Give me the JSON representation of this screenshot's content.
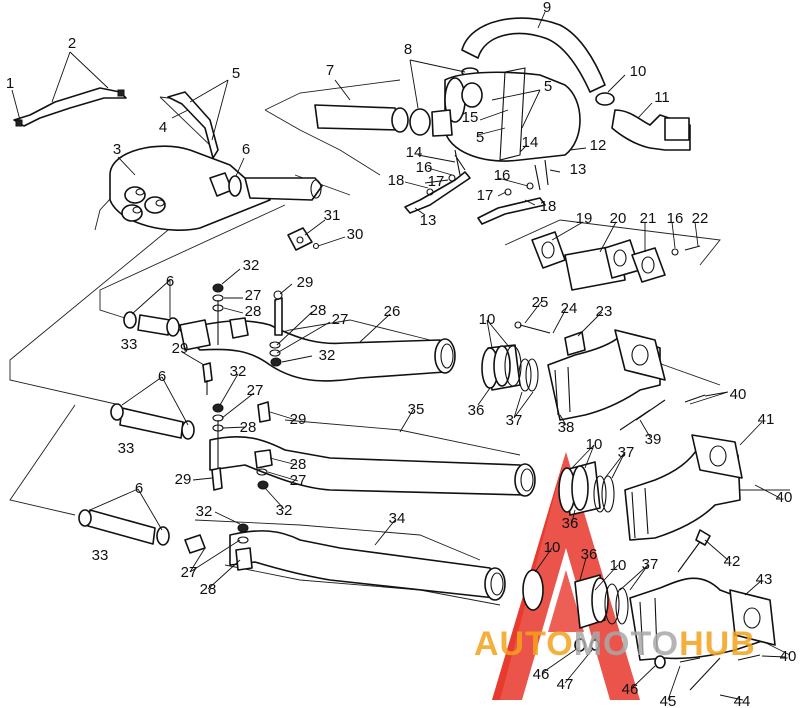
{
  "colors": {
    "line": "#111111",
    "watermark_red": "#e8362a",
    "watermark_orange": "#f3a21b",
    "watermark_gray": "#a9a9a9"
  },
  "watermark": {
    "brand_auto": "AUTO",
    "brand_moto": "MOTO",
    "brand_hub": "HUB"
  },
  "callouts": [
    {
      "id": "c1",
      "text": "1"
    },
    {
      "id": "c2",
      "text": "2"
    },
    {
      "id": "c3",
      "text": "3"
    },
    {
      "id": "c4",
      "text": "4"
    },
    {
      "id": "c5a",
      "text": "5"
    },
    {
      "id": "c6a",
      "text": "6"
    },
    {
      "id": "c7",
      "text": "7"
    },
    {
      "id": "c8",
      "text": "8"
    },
    {
      "id": "c9",
      "text": "9"
    },
    {
      "id": "c10a",
      "text": "10"
    },
    {
      "id": "c11",
      "text": "11"
    },
    {
      "id": "c5b",
      "text": "5"
    },
    {
      "id": "c15",
      "text": "15"
    },
    {
      "id": "c5c",
      "text": "5"
    },
    {
      "id": "c14a",
      "text": "14"
    },
    {
      "id": "c12",
      "text": "12"
    },
    {
      "id": "c14b",
      "text": "14"
    },
    {
      "id": "c16a",
      "text": "16"
    },
    {
      "id": "c17a",
      "text": "17"
    },
    {
      "id": "c18a",
      "text": "18"
    },
    {
      "id": "c13a",
      "text": "13"
    },
    {
      "id": "c13b",
      "text": "13"
    },
    {
      "id": "c16b",
      "text": "16"
    },
    {
      "id": "c17b",
      "text": "17"
    },
    {
      "id": "c18b",
      "text": "18"
    },
    {
      "id": "c31",
      "text": "31"
    },
    {
      "id": "c30",
      "text": "30"
    },
    {
      "id": "c19",
      "text": "19"
    },
    {
      "id": "c20",
      "text": "20"
    },
    {
      "id": "c21",
      "text": "21"
    },
    {
      "id": "c16c",
      "text": "16"
    },
    {
      "id": "c22",
      "text": "22"
    },
    {
      "id": "c32a",
      "text": "32"
    },
    {
      "id": "c27a",
      "text": "27"
    },
    {
      "id": "c28a",
      "text": "28"
    },
    {
      "id": "c29a",
      "text": "29"
    },
    {
      "id": "c6b",
      "text": "6"
    },
    {
      "id": "c33a",
      "text": "33"
    },
    {
      "id": "c28b",
      "text": "28"
    },
    {
      "id": "c27b",
      "text": "27"
    },
    {
      "id": "c32b",
      "text": "32"
    },
    {
      "id": "c29b",
      "text": "29"
    },
    {
      "id": "c26",
      "text": "26"
    },
    {
      "id": "c25",
      "text": "25"
    },
    {
      "id": "c24",
      "text": "24"
    },
    {
      "id": "c23",
      "text": "23"
    },
    {
      "id": "c10b",
      "text": "10"
    },
    {
      "id": "c36a",
      "text": "36"
    },
    {
      "id": "c37a",
      "text": "37"
    },
    {
      "id": "c38",
      "text": "38"
    },
    {
      "id": "c40a",
      "text": "40"
    },
    {
      "id": "c39",
      "text": "39"
    },
    {
      "id": "c6c",
      "text": "6"
    },
    {
      "id": "c32c",
      "text": "32"
    },
    {
      "id": "c27c",
      "text": "27"
    },
    {
      "id": "c28c",
      "text": "28"
    },
    {
      "id": "c29c",
      "text": "29"
    },
    {
      "id": "c33b",
      "text": "33"
    },
    {
      "id": "c35",
      "text": "35"
    },
    {
      "id": "c41",
      "text": "41"
    },
    {
      "id": "c28d",
      "text": "28"
    },
    {
      "id": "c29d",
      "text": "29"
    },
    {
      "id": "c27d",
      "text": "27"
    },
    {
      "id": "c32d",
      "text": "32"
    },
    {
      "id": "c10c",
      "text": "10"
    },
    {
      "id": "c37b",
      "text": "37"
    },
    {
      "id": "c36b",
      "text": "36"
    },
    {
      "id": "c40b",
      "text": "40"
    },
    {
      "id": "c6d",
      "text": "6"
    },
    {
      "id": "c32e",
      "text": "32"
    },
    {
      "id": "c33c",
      "text": "33"
    },
    {
      "id": "c34",
      "text": "34"
    },
    {
      "id": "c27e",
      "text": "27"
    },
    {
      "id": "c28e",
      "text": "28"
    },
    {
      "id": "c10d",
      "text": "10"
    },
    {
      "id": "c36c",
      "text": "36"
    },
    {
      "id": "c10e",
      "text": "10"
    },
    {
      "id": "c37c",
      "text": "37"
    },
    {
      "id": "c42",
      "text": "42"
    },
    {
      "id": "c43",
      "text": "43"
    },
    {
      "id": "c46a",
      "text": "46"
    },
    {
      "id": "c47",
      "text": "47"
    },
    {
      "id": "c46b",
      "text": "46"
    },
    {
      "id": "c45",
      "text": "45"
    },
    {
      "id": "c44",
      "text": "44"
    },
    {
      "id": "c40c",
      "text": "40"
    }
  ]
}
